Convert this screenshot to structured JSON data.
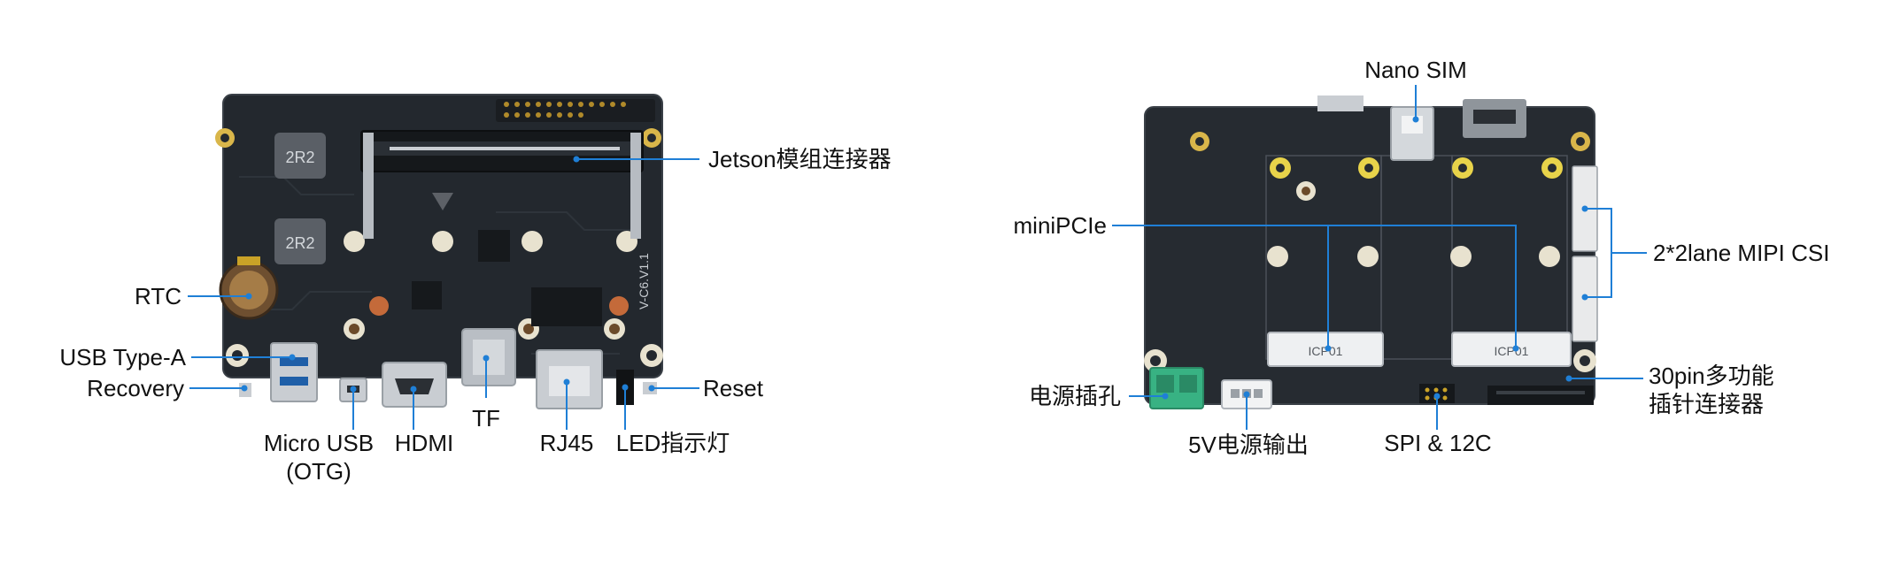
{
  "colors": {
    "leader": "#1f7fd6",
    "pcb": "#23282e",
    "pcb_edge": "#3a4047",
    "gold": "#c9a227",
    "metal": "#c9cdd2",
    "green_terminal": "#38b283",
    "text": "#111111"
  },
  "labels": {
    "jetson_connector": "Jetson模组连接器",
    "rtc": "RTC",
    "usb_type_a": "USB Type-A",
    "recovery": "Recovery",
    "micro_usb_line1": "Micro USB",
    "micro_usb_line2": "(OTG)",
    "hdmi": "HDMI",
    "tf": "TF",
    "rj45": "RJ45",
    "led": "LED指示灯",
    "reset": "Reset",
    "nano_sim": "Nano SIM",
    "minipcie": "miniPCIe",
    "mipi_csi": "2*2lane MIPI CSI",
    "pin30_line1": "30pin多功能",
    "pin30_line2": "插针连接器",
    "power_jack": "电源插孔",
    "power_out_5v": "5V电源输出",
    "spi_i2c": "SPI & 12C"
  },
  "board_markings": {
    "inductor_1": "2R2",
    "inductor_2": "2R2",
    "version": "V-C6.V1.1",
    "pcie_1": "ICP01",
    "pcie_2": "ICP01"
  }
}
